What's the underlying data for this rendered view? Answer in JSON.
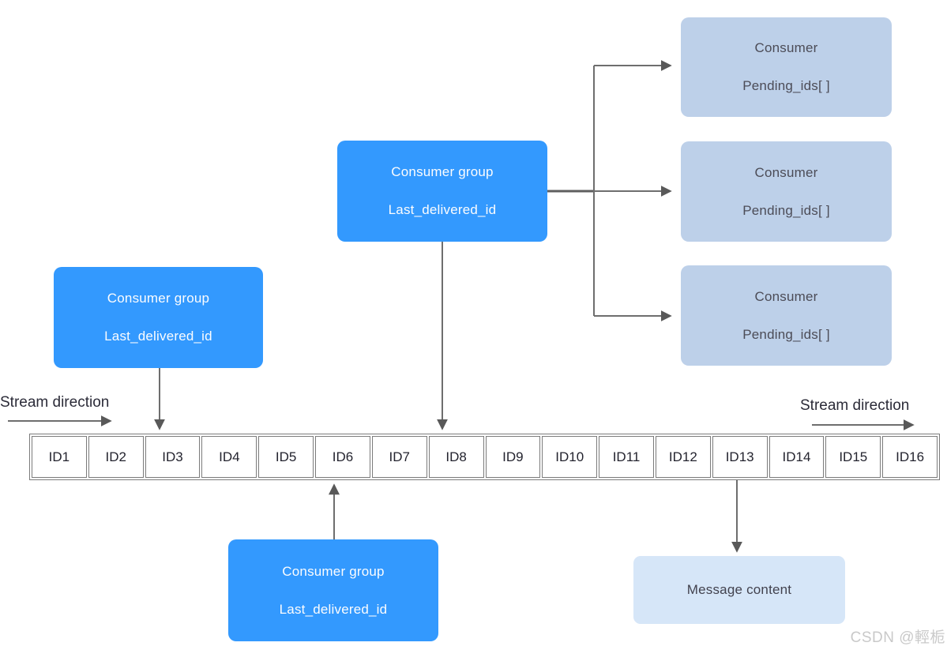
{
  "consumer_groups": [
    {
      "title": "Consumer group",
      "subtitle": "Last_delivered_id",
      "points_to": "ID8"
    },
    {
      "title": "Consumer group",
      "subtitle": "Last_delivered_id",
      "points_to": "ID3"
    },
    {
      "title": "Consumer group",
      "subtitle": "Last_delivered_id",
      "points_to": "ID6"
    }
  ],
  "consumers": [
    {
      "title": "Consumer",
      "subtitle": "Pending_ids[ ]"
    },
    {
      "title": "Consumer",
      "subtitle": "Pending_ids[ ]"
    },
    {
      "title": "Consumer",
      "subtitle": "Pending_ids[ ]"
    }
  ],
  "stream": {
    "cells": [
      "ID1",
      "ID2",
      "ID3",
      "ID4",
      "ID5",
      "ID6",
      "ID7",
      "ID8",
      "ID9",
      "ID10",
      "ID11",
      "ID12",
      "ID13",
      "ID14",
      "ID15",
      "ID16"
    ],
    "direction_left": "Stream direction",
    "direction_right": "Stream direction"
  },
  "message_box": {
    "label": "Message content",
    "points_from": "ID13"
  },
  "watermark": "CSDN @輕栀",
  "colors": {
    "group_fill": "#3399fe",
    "consumer_fill": "#bdd0e9",
    "message_fill": "#d6e6f8",
    "connector_gray": "#6e6e6e",
    "cell_border": "#7b7b7b"
  }
}
